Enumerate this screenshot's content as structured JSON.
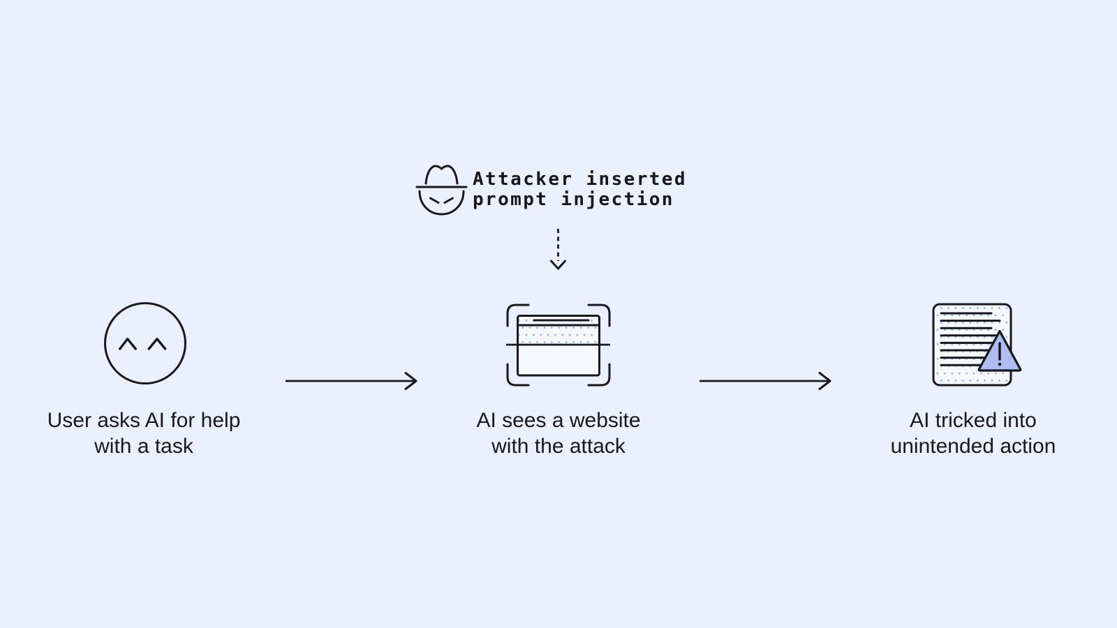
{
  "palette": {
    "background": "#e8f1fc",
    "ink": "#15181d",
    "icon_fill": "#f3f9ff",
    "dot_color": "#9db7ec",
    "warning_fill": "#aebdf0"
  },
  "annotation": {
    "icon": "attacker-spy-icon",
    "line1": "Attacker inserted",
    "line2": "prompt injection"
  },
  "steps": [
    {
      "icon": "user-face-icon",
      "caption_line1": "User asks AI for help",
      "caption_line2": "with a task"
    },
    {
      "icon": "website-scan-icon",
      "caption_line1": "AI sees a website",
      "caption_line2": "with the attack"
    },
    {
      "icon": "document-warning-icon",
      "caption_line1": "AI tricked into",
      "caption_line2": "unintended action"
    }
  ]
}
